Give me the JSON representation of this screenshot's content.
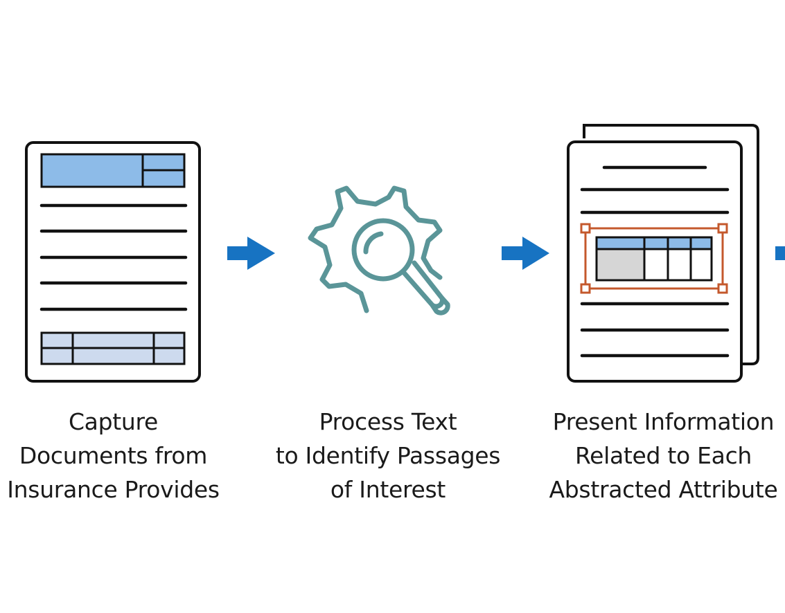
{
  "steps": [
    {
      "icon": "document-form-icon",
      "caption": [
        "Capture",
        "Documents from",
        "Insurance Provides"
      ]
    },
    {
      "icon": "gear-magnifier-icon",
      "caption": [
        "Process Text",
        "to Identify Passages",
        "of Interest"
      ]
    },
    {
      "icon": "document-table-highlight-icon",
      "caption": [
        "Present Information",
        "Related to Each",
        "Abstracted Attribute"
      ]
    }
  ],
  "connector": "arrow-right-icon",
  "colors": {
    "ink": "#111111",
    "header_blue": "#8dbbe8",
    "light_blue": "#cddaee",
    "teal": "#5a9598",
    "arrow_blue": "#1773c2",
    "highlight_orange": "#c4582c",
    "grey_cell": "#d6d6d6"
  }
}
